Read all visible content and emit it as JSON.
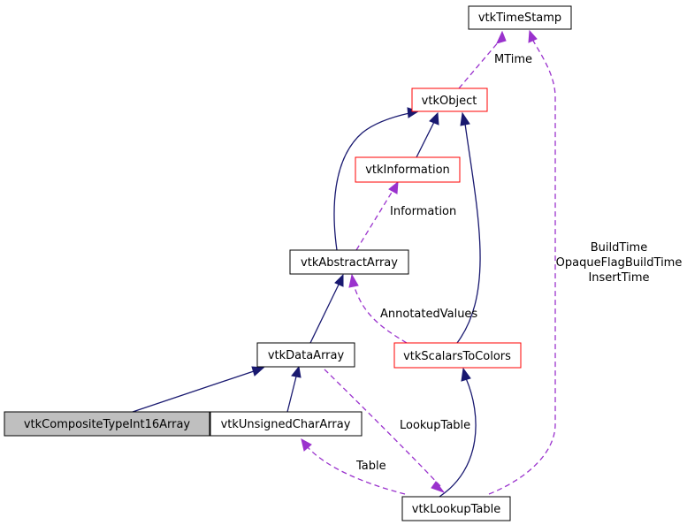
{
  "nodes": {
    "timestamp": "vtkTimeStamp",
    "object": "vtkObject",
    "information": "vtkInformation",
    "abstract_array": "vtkAbstractArray",
    "data_array": "vtkDataArray",
    "scalars_to_colors": "vtkScalarsToColors",
    "composite": "vtkCompositeTypeInt16Array",
    "unsigned_char_array": "vtkUnsignedCharArray",
    "lookup_table": "vtkLookupTable"
  },
  "edge_labels": {
    "mtime": "MTime",
    "information": "Information",
    "annotated_values": "AnnotatedValues",
    "lookup_table": "LookupTable",
    "table": "Table",
    "build_time": "BuildTime",
    "opaque_flag": "OpaqueFlagBuildTime",
    "insert_time": "InsertTime"
  },
  "colors": {
    "inheritance": "#191970",
    "usage": "#9a32cd",
    "highlight_border": "#ff0000",
    "focus_fill": "#bfbfbf"
  }
}
